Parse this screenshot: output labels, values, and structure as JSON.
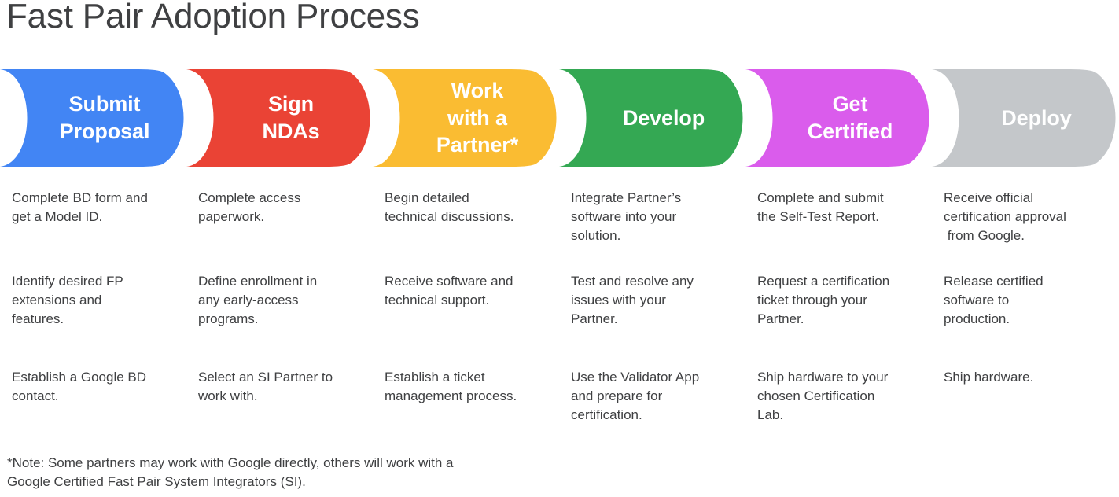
{
  "title": "Fast Pair Adoption Process",
  "colors": {
    "blue": "#4285F4",
    "red": "#EA4335",
    "yellow": "#FABC32",
    "green": "#34A853",
    "magenta": "#DA5CEC",
    "gray": "#C4C7CA",
    "text": "#3f4042",
    "banner_text": "#FFFFFF",
    "background": "#FFFFFF"
  },
  "banners": [
    {
      "label": "Submit\nProposal",
      "color": "#4285F4",
      "name": "submit-proposal"
    },
    {
      "label": "Sign\nNDAs",
      "color": "#EA4335",
      "name": "sign-ndas"
    },
    {
      "label": "Work\nwith a\nPartner*",
      "color": "#FABC32",
      "name": "work-with-a-partner"
    },
    {
      "label": "Develop",
      "color": "#34A853",
      "name": "develop"
    },
    {
      "label": "Get\nCertified",
      "color": "#DA5CEC",
      "name": "get-certified"
    },
    {
      "label": "Deploy",
      "color": "#C4C7CA",
      "name": "deploy"
    }
  ],
  "columns": [
    {
      "name": "submit-proposal",
      "steps": [
        {
          "lines": [
            "Complete BD form and",
            "get a Model ID."
          ]
        },
        {
          "lines": [
            "Identify desired FP",
            "extensions and",
            "features."
          ]
        },
        {
          "lines": [
            "Establish a Google BD",
            "contact."
          ]
        }
      ]
    },
    {
      "name": "sign-ndas",
      "steps": [
        {
          "lines": [
            "Complete access",
            "paperwork."
          ]
        },
        {
          "lines": [
            "Define enrollment in",
            "any early-access",
            "programs."
          ]
        },
        {
          "lines": [
            "Select an SI Partner to",
            "work with."
          ]
        }
      ]
    },
    {
      "name": "work-with-a-partner",
      "steps": [
        {
          "lines": [
            "Begin detailed",
            "technical discussions."
          ]
        },
        {
          "lines": [
            "Receive software and",
            "technical support."
          ]
        },
        {
          "lines": [
            "Establish a ticket",
            "management process."
          ]
        }
      ]
    },
    {
      "name": "develop",
      "steps": [
        {
          "lines": [
            "Integrate Partner’s",
            "software into your",
            "solution."
          ]
        },
        {
          "lines": [
            "Test and resolve any",
            "issues with your",
            "Partner."
          ]
        },
        {
          "lines": [
            "Use the Validator App",
            "and prepare for",
            "certification."
          ]
        }
      ]
    },
    {
      "name": "get-certified",
      "steps": [
        {
          "lines": [
            "Complete and submit",
            "the Self-Test Report."
          ]
        },
        {
          "lines": [
            "Request a certification",
            "ticket through your",
            "Partner."
          ]
        },
        {
          "lines": [
            "Ship hardware to your",
            "chosen Certification",
            "Lab."
          ]
        }
      ]
    },
    {
      "name": "deploy",
      "steps": [
        {
          "lines": [
            "Receive official",
            "certification approval",
            " from Google."
          ]
        },
        {
          "lines": [
            "Release certified",
            "software to",
            "production."
          ]
        },
        {
          "lines": [
            "Ship hardware."
          ]
        }
      ]
    }
  ],
  "footnote": {
    "lines": [
      "*Note: Some partners may work with Google directly, others will work with a",
      "Google Certified Fast Pair System Integrators (SI)."
    ]
  }
}
